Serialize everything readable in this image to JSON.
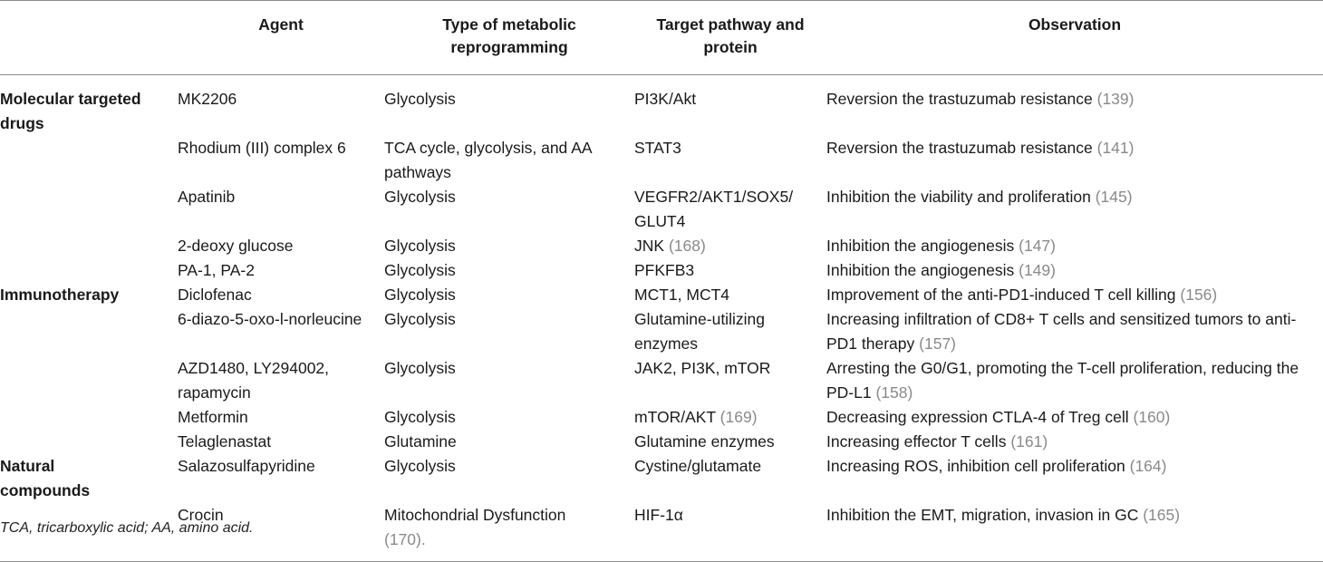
{
  "table": {
    "headers": [
      "",
      "Agent",
      "Type of metabolic reprogramming",
      "Target pathway and protein",
      "Observation"
    ],
    "rows": [
      {
        "category": "Molecular targeted drugs",
        "agent": "MK2206",
        "type": "Glycolysis",
        "target": "PI3K/Akt",
        "observation": "Reversion the trastuzumab resistance",
        "ref": "(139)"
      },
      {
        "category": "",
        "agent": "Rhodium (III) complex 6",
        "type": "TCA cycle, glycolysis, and AA pathways",
        "target": "STAT3",
        "observation": "Reversion the trastuzumab resistance",
        "ref": "(141)"
      },
      {
        "category": "",
        "agent": "Apatinib",
        "type": "Glycolysis",
        "target": "VEGFR2/AKT1/SOX5/ GLUT4",
        "observation": "Inhibition the viability and proliferation",
        "ref": "(145)"
      },
      {
        "category": "",
        "agent": "2-deoxy glucose",
        "type": "Glycolysis",
        "target": "JNK",
        "target_ref": "(168)",
        "observation": "Inhibition the angiogenesis",
        "ref": "(147)"
      },
      {
        "category": "",
        "agent": "PA-1, PA-2",
        "type": "Glycolysis",
        "target": "PFKFB3",
        "observation": "Inhibition the angiogenesis",
        "ref": "(149)"
      },
      {
        "category": "Immunotherapy",
        "agent": "Diclofenac",
        "type": "Glycolysis",
        "target": "MCT1, MCT4",
        "observation": "Improvement of the anti-PD1-induced T cell killing",
        "ref": "(156)"
      },
      {
        "category": "",
        "agent": "6-diazo-5-oxo-l-norleucine",
        "type": "Glycolysis",
        "target": "Glutamine-utilizing enzymes",
        "observation": "Increasing infiltration of CD8+ T cells and sensitized tumors to anti-PD1 therapy",
        "ref": "(157)"
      },
      {
        "category": "",
        "agent": "AZD1480, LY294002, rapamycin",
        "type": "Glycolysis",
        "target": "JAK2, PI3K, mTOR",
        "observation": "Arresting the G0/G1, promoting the T-cell proliferation, reducing the PD-L1",
        "ref": "(158)"
      },
      {
        "category": "",
        "agent": "Metformin",
        "type": "Glycolysis",
        "target": "mTOR/AKT",
        "target_ref": "(169)",
        "observation": "Decreasing expression CTLA-4 of Treg cell",
        "ref": "(160)"
      },
      {
        "category": "",
        "agent": "Telaglenastat",
        "type": "Glutamine",
        "target": "Glutamine enzymes",
        "observation": "Increasing effector T cells",
        "ref": "(161)"
      },
      {
        "category": "Natural compounds",
        "agent": "Salazosulfapyridine",
        "type": "Glycolysis",
        "target": "Cystine/glutamate",
        "observation": "Increasing ROS, inhibition cell proliferation",
        "ref": "(164)"
      },
      {
        "category": "",
        "agent": "Crocin",
        "type": "Mitochondrial Dysfunction",
        "type_ref": "(170).",
        "target": "HIF-1α",
        "observation": "Inhibition the EMT, migration, invasion in GC",
        "ref": "(165)"
      }
    ]
  },
  "footnote": "TCA, tricarboxylic acid; AA, amino acid."
}
